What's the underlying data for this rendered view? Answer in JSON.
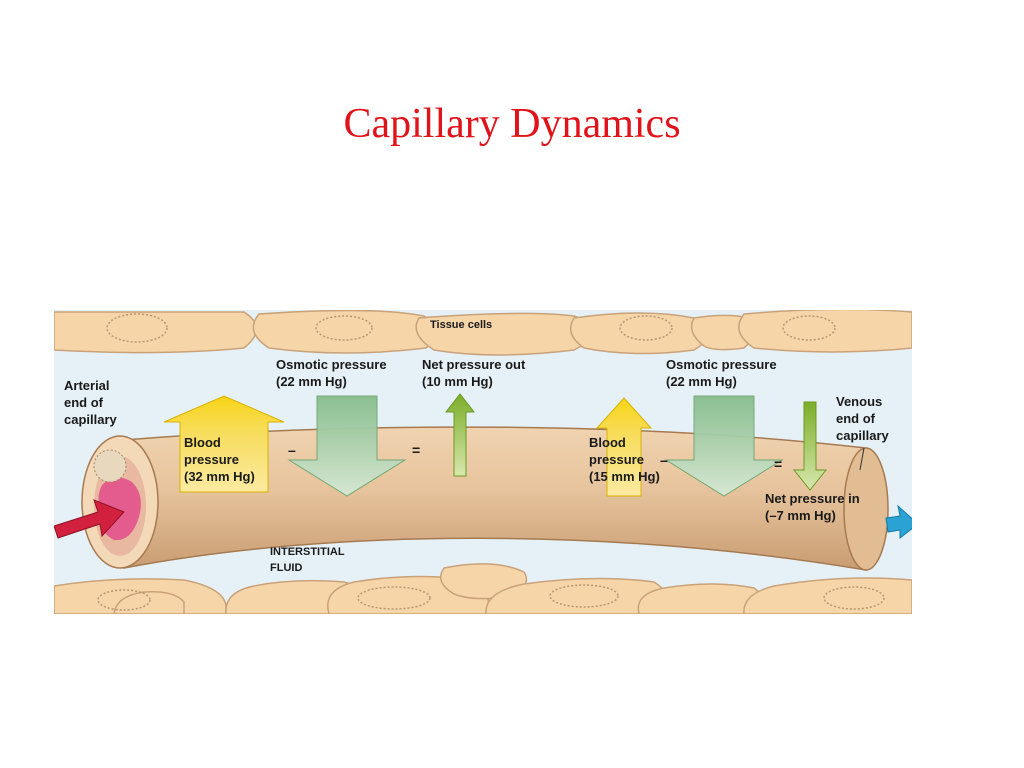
{
  "slide": {
    "title": "Capillary Dynamics"
  },
  "figure": {
    "labels": {
      "tissue_cells": "Tissue cells",
      "arterial_line1": "Arterial",
      "arterial_line2": "end of",
      "arterial_line3": "capillary",
      "venous_line1": "Venous",
      "venous_line2": "end of",
      "venous_line3": "capillary",
      "interstitial_line1": "INTERSTITIAL",
      "interstitial_line2": "FLUID"
    },
    "arterial": {
      "bp_line1": "Blood",
      "bp_line2": "pressure",
      "bp_line3": "(32 mm Hg)",
      "osm_line1": "Osmotic pressure",
      "osm_line2": "(22 mm Hg)",
      "net_line1": "Net pressure out",
      "net_line2": "(10 mm Hg)",
      "minus": "–",
      "equals": "="
    },
    "venous": {
      "bp_line1": "Blood",
      "bp_line2": "pressure",
      "bp_line3": "(15 mm Hg)",
      "osm_line1": "Osmotic pressure",
      "osm_line2": "(22 mm Hg)",
      "net_line1": "Net pressure in",
      "net_line2": "(–7 mm Hg)",
      "minus": "–",
      "equals": "="
    },
    "colors": {
      "title": "#e0131b",
      "fluid": "#e6f1f7",
      "cell": "#f6d5a8",
      "capillary": "#e6c39c",
      "blood_pressure_arrow": "#f6d21a",
      "osmotic_arrow": "#8cc08f",
      "net_arrow": "#8ab53a",
      "inflow_arrow": "#d2213e",
      "outflow_arrow": "#2aa3d4"
    }
  }
}
